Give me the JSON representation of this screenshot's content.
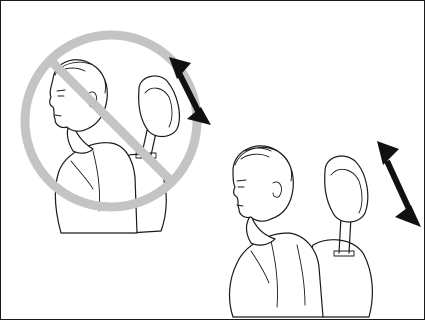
{
  "illustration": {
    "subject": "head-restraint-adjustment",
    "colors": {
      "line": "#1a1a1a",
      "prohibition": "#c4c4c4",
      "arrow": "#111111",
      "background": "#ffffff"
    },
    "panels": [
      {
        "name": "incorrect-position",
        "prohibited": true
      },
      {
        "name": "correct-position",
        "prohibited": false
      }
    ],
    "icons": [
      "prohibition-icon",
      "double-arrow-icon"
    ]
  }
}
